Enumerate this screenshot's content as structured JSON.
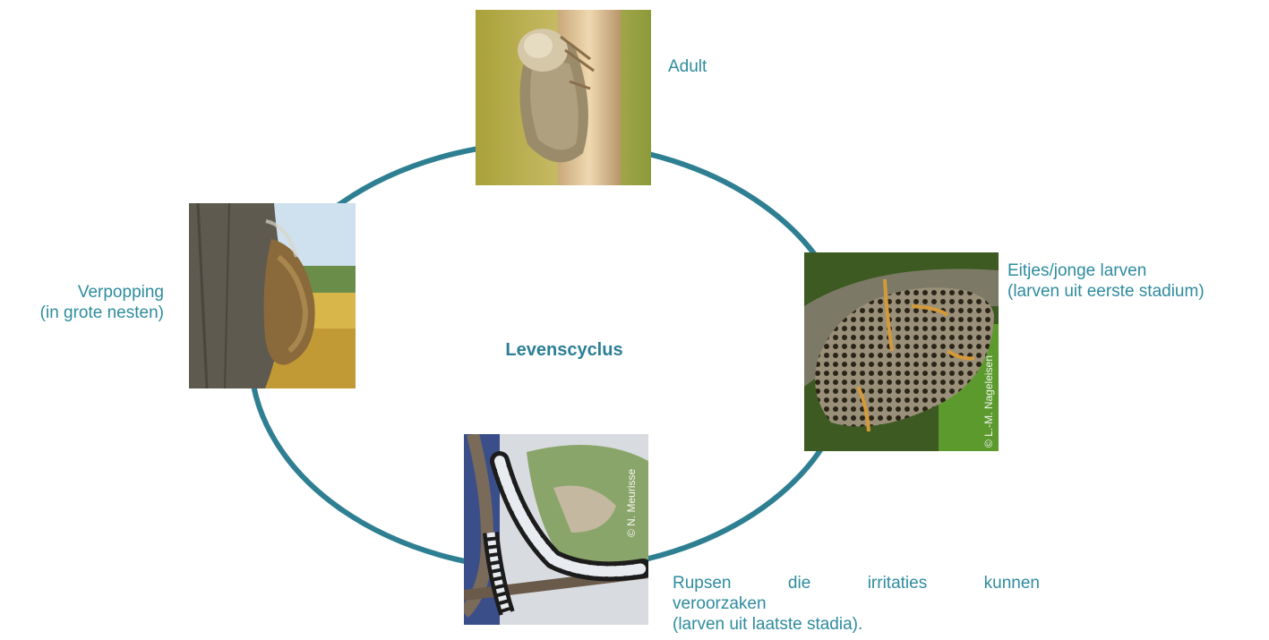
{
  "cycle": {
    "title": "Levenscyclus",
    "ring_color": "#2e7f92",
    "text_color": "#2e8c9e"
  },
  "stages": {
    "adult": {
      "lines": [
        "Adult"
      ],
      "image": "moth-photo"
    },
    "eggs": {
      "lines": [
        "Eitjes/jonge larven",
        "(larven uit eerste stadium)"
      ],
      "image": "egg-mass-photo",
      "credit": "© L.-M. Nageleisen"
    },
    "caterpillars": {
      "line1_words": [
        "Rupsen",
        "die",
        "irritaties",
        "kunnen"
      ],
      "lines": [
        "veroorzaken",
        "(larven uit laatste stadia)."
      ],
      "image": "caterpillar-photo",
      "credit": "© N. Meurisse"
    },
    "pupation": {
      "lines": [
        "Verpopping",
        "(in grote nesten)"
      ],
      "image": "pupal-nest-photo"
    }
  }
}
